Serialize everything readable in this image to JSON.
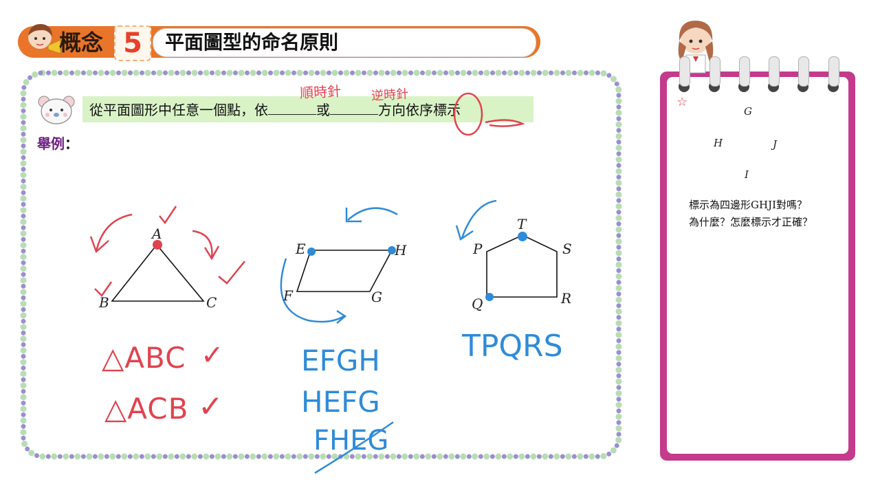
{
  "header": {
    "concept_label": "概念",
    "concept_number": "5",
    "title": "平面圖型的命名原則"
  },
  "prompt": {
    "part1": "從平面圖形中任意一個點，依",
    "part2": "或",
    "part3": "方向依序標示"
  },
  "example_label": "舉例",
  "example_colon": "：",
  "figures": {
    "triangle": {
      "vertices": [
        "A",
        "B",
        "C"
      ]
    },
    "parallelogram": {
      "vertices": [
        "E",
        "H",
        "F",
        "G"
      ]
    },
    "pentagon": {
      "vertices": [
        "T",
        "P",
        "S",
        "Q",
        "R"
      ]
    }
  },
  "annotations": {
    "clockwise": "順時針",
    "counterclockwise": "逆時針",
    "tri_name1": "△ABC",
    "tri_name2": "△ACB",
    "check": "✓",
    "para_name1": "EFGH",
    "para_name2": "HEFG",
    "para_name3": "FHEG",
    "pent_name": "TPQRS"
  },
  "notepad": {
    "star": "☆",
    "figure_vertices": [
      "G",
      "H",
      "J",
      "I"
    ],
    "question_line1": "標示為四邊形GHJI對嗎？",
    "question_line2": "為什麼？怎麼標示才正確？"
  },
  "colors": {
    "header_orange": "#e8752a",
    "prompt_band": "#d9f3c6",
    "example_purple": "#6b1f7f",
    "ink_red": "#e0434f",
    "ink_blue": "#2f8bd8",
    "notepad_magenta": "#c43b8c"
  }
}
